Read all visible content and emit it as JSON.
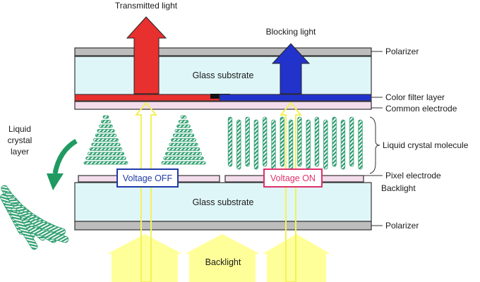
{
  "labels": {
    "transmitted_light": "Transmitted light",
    "blocking_light": "Blocking light",
    "polarizer_top": "Polarizer",
    "glass_substrate_top": "Glass substrate",
    "color_filter_layer": "Color filter layer",
    "common_electrode": "Common electrode",
    "liquid_crystal_layer": [
      "Liquid",
      "crystal",
      "layer"
    ],
    "liquid_crystal_molecule": "Liquid crystal molecule",
    "voltage_off": "Voltage OFF",
    "voltage_on": "Voltage ON",
    "pixel_electrode": "Pixel electrode",
    "backlight_side": "Backlight",
    "glass_substrate_bottom": "Glass substrate",
    "polarizer_bottom": "Polarizer",
    "backlight_bottom": "Backlight"
  },
  "colors": {
    "red": "#e8302f",
    "blue": "#2233cc",
    "glass": "#dff6f8",
    "polarizer": "#bdbdbd",
    "electrode": "#f3dcec",
    "crystal": "#2e9e6f",
    "backlight": "#ffff99",
    "voltage_off_border": "#1f3aa8",
    "voltage_on_border": "#e0306a"
  }
}
